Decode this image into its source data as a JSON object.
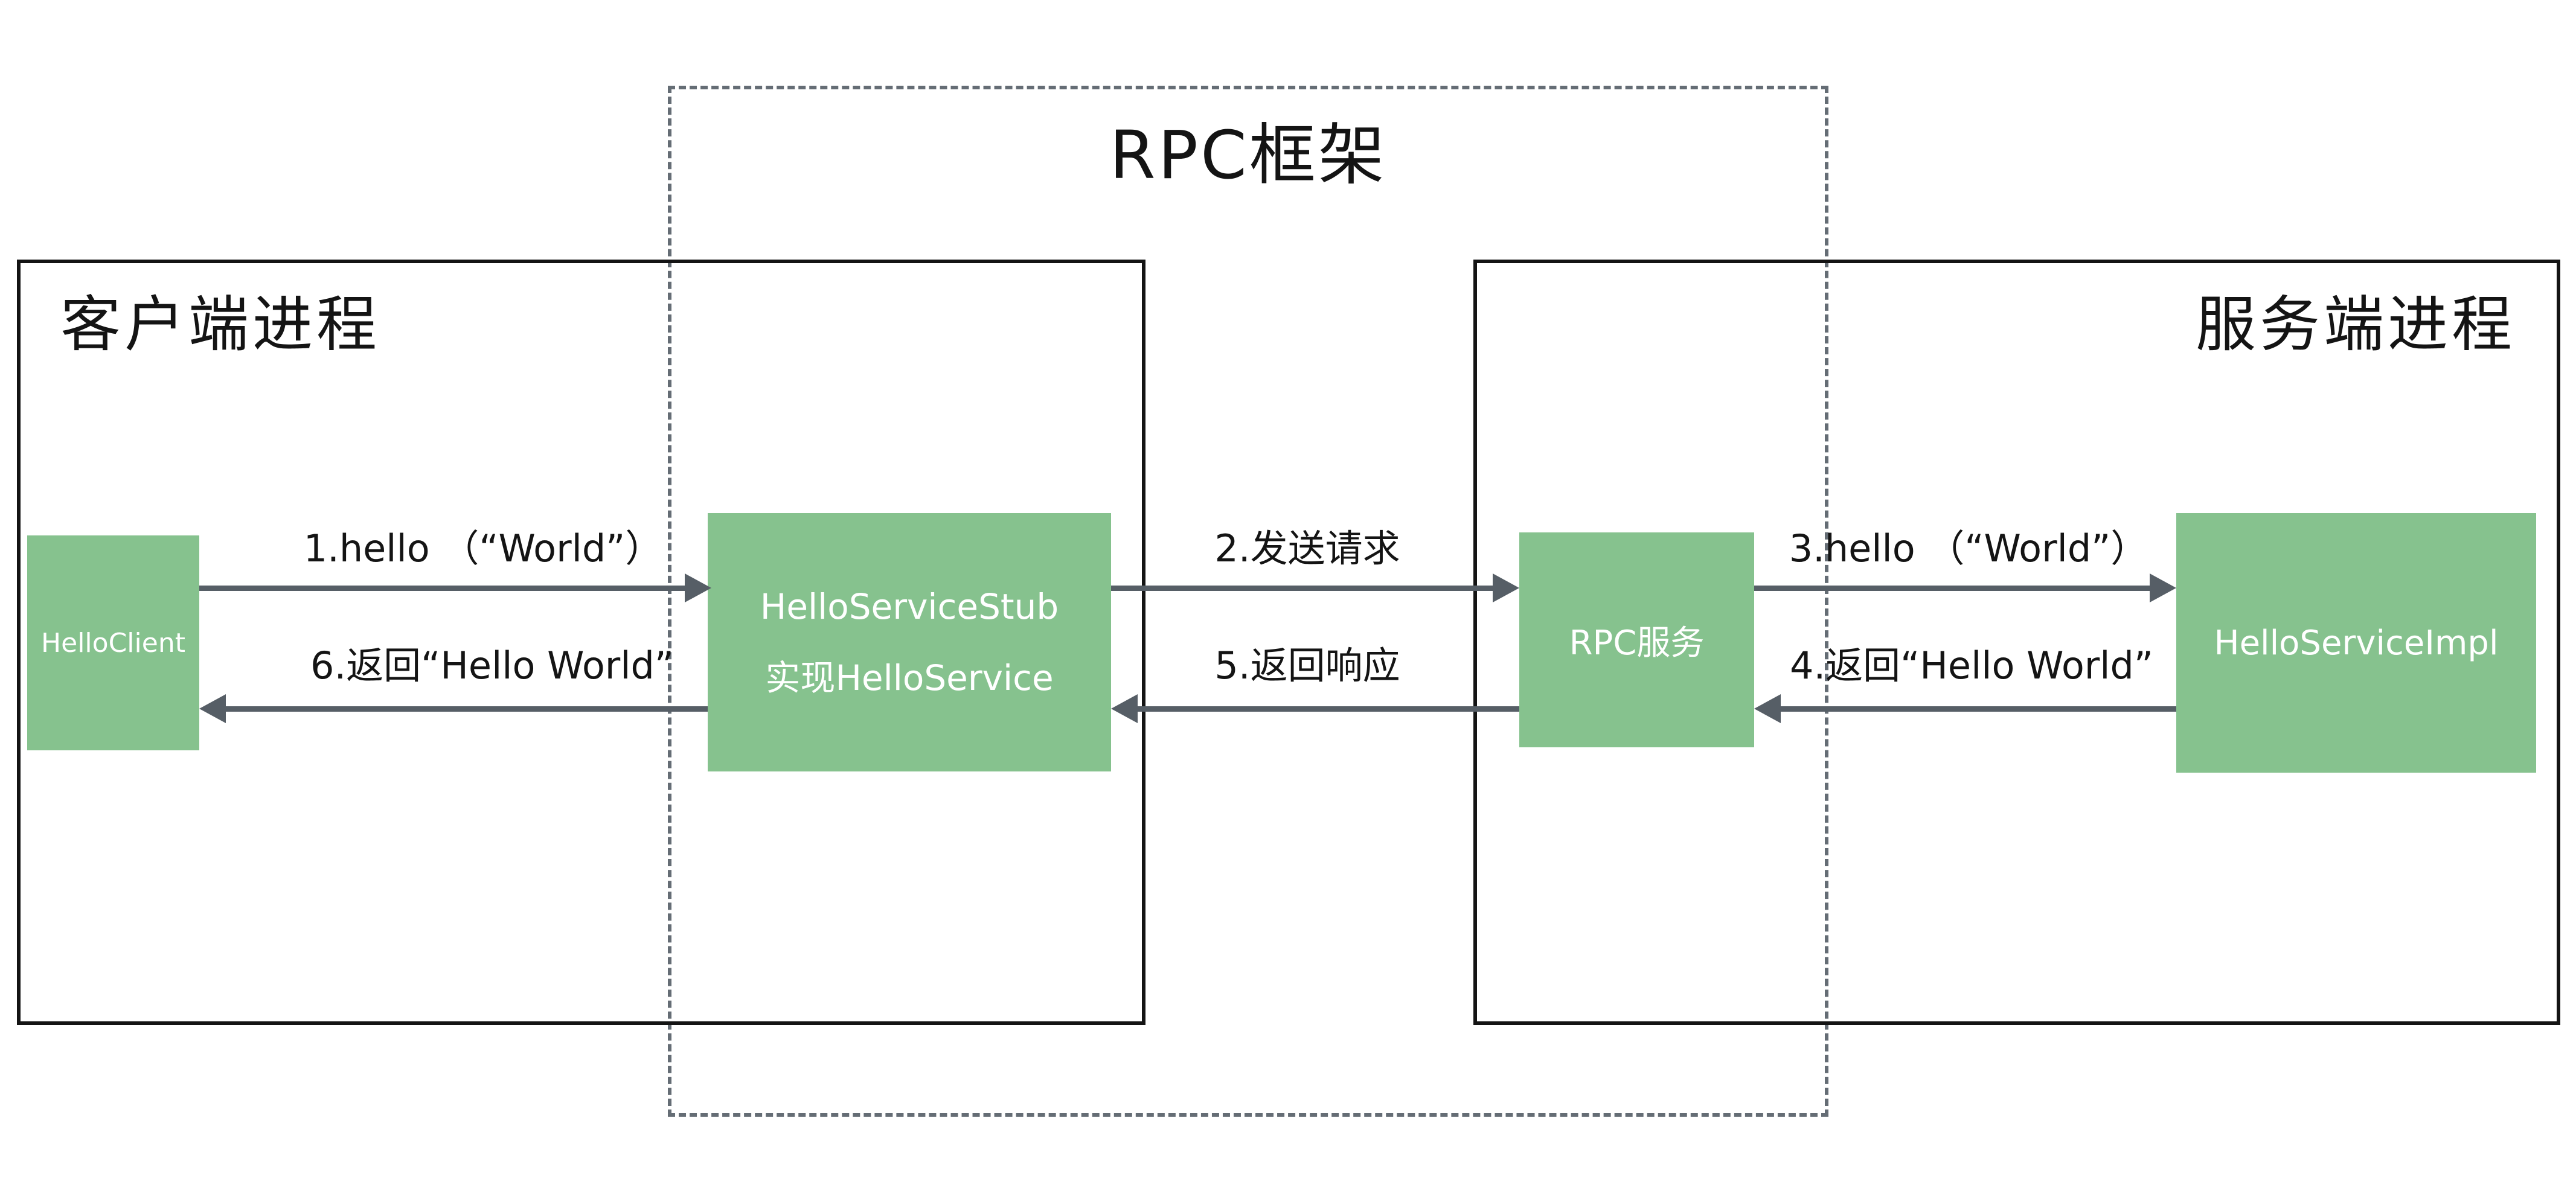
{
  "diagram": {
    "title": "RPC框架",
    "client_process": {
      "label": "客户端进程"
    },
    "server_process": {
      "label": "服务端进程"
    },
    "nodes": {
      "hello_client": {
        "label": "HelloClient"
      },
      "hello_service_stub": {
        "line1": "HelloServiceStub",
        "line2": "实现HelloService"
      },
      "rpc_service": {
        "label": "RPC服务"
      },
      "hello_service_impl": {
        "label": "HelloServiceImpl"
      }
    },
    "arrows": [
      {
        "step": 1,
        "label": "1.hello （“World”）",
        "from": "HelloClient",
        "to": "HelloServiceStub",
        "direction": "right"
      },
      {
        "step": 2,
        "label": "2.发送请求",
        "from": "HelloServiceStub",
        "to": "RPC服务",
        "direction": "right"
      },
      {
        "step": 3,
        "label": "3.hello （“World”）",
        "from": "RPC服务",
        "to": "HelloServiceImpl",
        "direction": "right"
      },
      {
        "step": 4,
        "label": "4.返回“Hello World”",
        "from": "HelloServiceImpl",
        "to": "RPC服务",
        "direction": "left"
      },
      {
        "step": 5,
        "label": "5.返回响应",
        "from": "RPC服务",
        "to": "HelloServiceStub",
        "direction": "left"
      },
      {
        "step": 6,
        "label": "6.返回“Hello World”",
        "from": "HelloServiceStub",
        "to": "HelloClient",
        "direction": "left"
      }
    ],
    "colors": {
      "node_fill": "#86c28e",
      "node_text": "#ffffff",
      "arrow": "#565e66",
      "frame_dash": "#656d75",
      "box_border": "#141414",
      "label_text": "#141414",
      "background": "#ffffff"
    }
  }
}
